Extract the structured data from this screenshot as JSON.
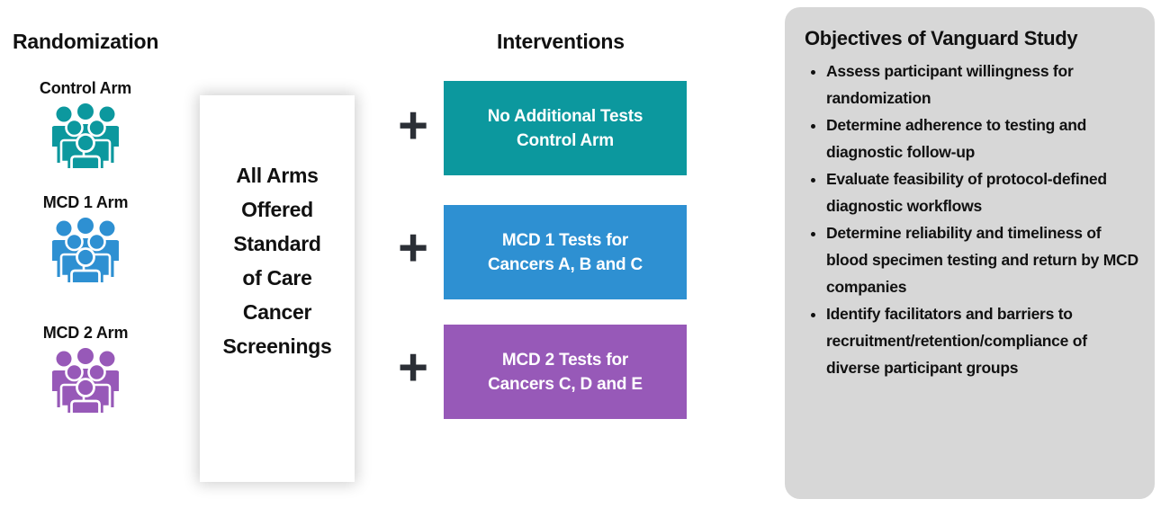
{
  "columns": {
    "randomization_heading": "Randomization",
    "interventions_heading": "Interventions"
  },
  "arms": [
    {
      "label": "Control Arm",
      "icon": "people-group-icon",
      "color": "#0C989E"
    },
    {
      "label": "MCD 1 Arm",
      "icon": "people-group-icon",
      "color": "#2E90D2"
    },
    {
      "label": "MCD 2 Arm",
      "icon": "people-group-icon",
      "color": "#9759B8"
    }
  ],
  "standard_of_care": {
    "lines": [
      "All  Arms",
      "Offered",
      "Standard",
      "of Care",
      "Cancer",
      "Screenings"
    ],
    "text": "All  Arms\nOffered\nStandard\nof Care\nCancer\nScreenings"
  },
  "plus_symbol": "+",
  "interventions": [
    {
      "line1": "No Additional Tests",
      "line2": "Control Arm",
      "text": "No Additional Tests\nControl Arm",
      "color": "#0C989E"
    },
    {
      "line1": "MCD 1 Tests for",
      "line2": "Cancers A, B and C",
      "text": "MCD 1 Tests for\nCancers A, B and C",
      "color": "#2E90D2"
    },
    {
      "line1": "MCD 2 Tests for",
      "line2": "Cancers C, D and E",
      "text": "MCD 2 Tests for\nCancers C, D and E",
      "color": "#9759B8"
    }
  ],
  "objectives": {
    "title": "Objectives of Vanguard Study",
    "background_color": "#D7D7D7",
    "items": [
      "Assess participant willingness for randomization",
      "Determine adherence to testing and diagnostic follow-up",
      "Evaluate feasibility of protocol-defined diagnostic workflows",
      "Determine reliability and timeliness of  blood specimen testing and return by MCD companies",
      "Identify facilitators and barriers to recruitment/retention/compliance of diverse participant groups"
    ]
  }
}
